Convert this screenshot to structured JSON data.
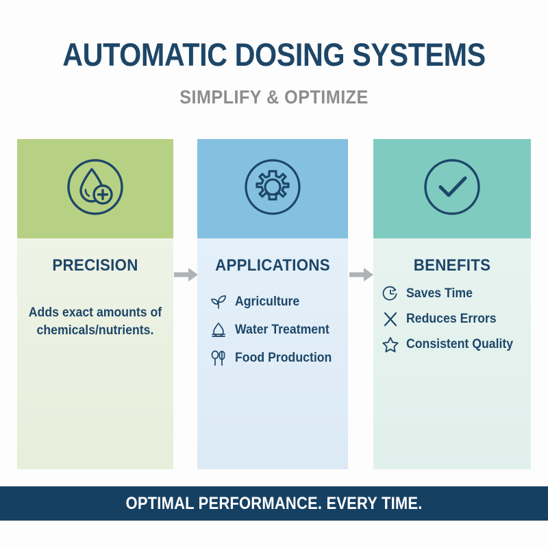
{
  "header": {
    "title": "AUTOMATIC DOSING SYSTEMS",
    "subtitle": "SIMPLIFY & OPTIMIZE"
  },
  "colors": {
    "navy": "#1d4668",
    "footer_navy": "#164062",
    "subtitle_gray": "#8d8d8d",
    "arrow_gray": "#b0b3b5",
    "column_1_header": "#b7d184",
    "column_1_body": "#eaf1e0",
    "column_2_header": "#84c1e0",
    "column_2_body": "#e1eef7",
    "column_3_header": "#7fcbc0",
    "column_3_body": "#e6f2ee"
  },
  "columns": [
    {
      "title": "PRECISION",
      "icon": "water-drop-plus-circle-icon",
      "description": "Adds exact amounts of chemicals/nutrients.",
      "bullets": []
    },
    {
      "title": "APPLICATIONS",
      "icon": "gear-circle-icon",
      "description": "",
      "bullets": [
        {
          "label": "Agriculture",
          "icon": "leaf-icon"
        },
        {
          "label": "Water Treatment",
          "icon": "water-drop-filter-icon"
        },
        {
          "label": "Food Production",
          "icon": "spoon-fork-icon"
        }
      ]
    },
    {
      "title": "BENEFITS",
      "icon": "checkmark-circle-icon",
      "description": "",
      "bullets": [
        {
          "label": "Saves Time",
          "icon": "clock-arrow-icon"
        },
        {
          "label": "Reduces Errors",
          "icon": "x-cross-icon"
        },
        {
          "label": "Consistent Quality",
          "icon": "star-icon"
        }
      ]
    }
  ],
  "connectors": [
    {
      "icon": "arrow-right-icon"
    },
    {
      "icon": "arrow-right-icon"
    }
  ],
  "footer": {
    "text": "OPTIMAL PERFORMANCE. EVERY TIME."
  }
}
